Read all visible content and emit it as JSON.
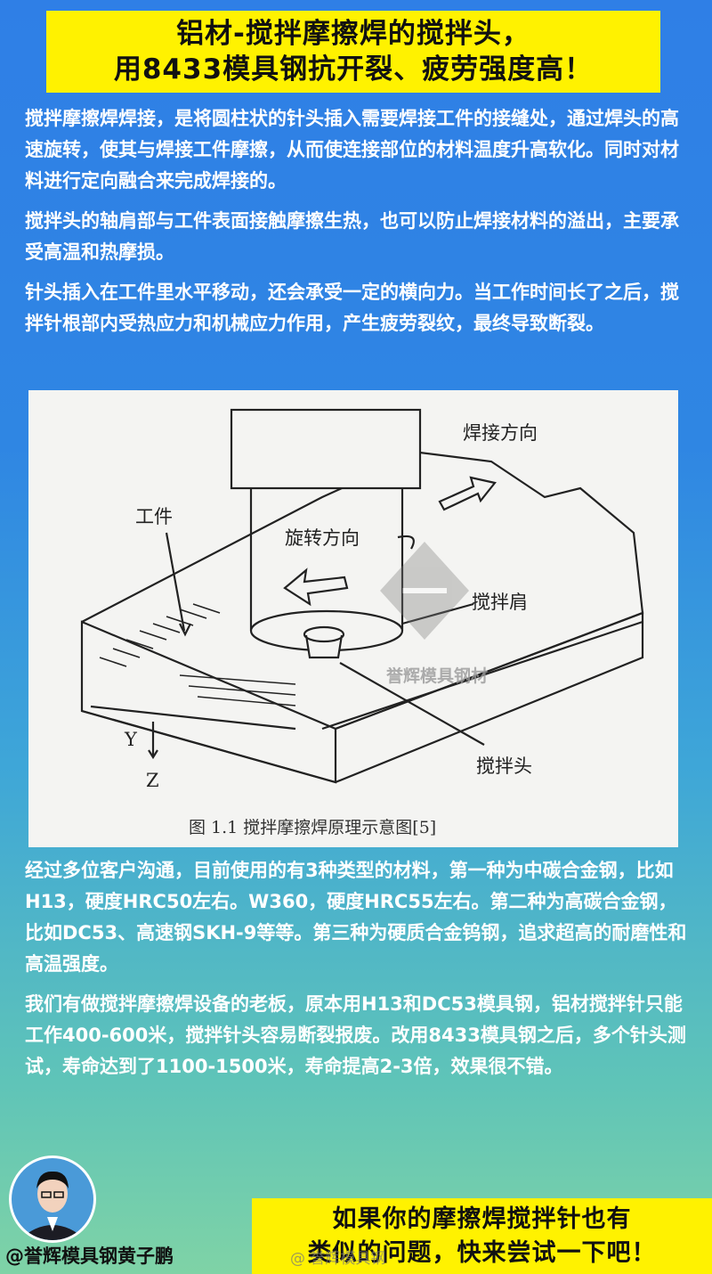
{
  "header": {
    "title_line1": "铝材-搅拌摩擦焊的搅拌头，",
    "title_line2": "用8433模具钢抗开裂、疲劳强度高！"
  },
  "intro": {
    "p1": "搅拌摩擦焊焊接，是将圆柱状的针头插入需要焊接工件的接缝处，通过焊头的高速旋转，使其与焊接工件摩擦，从而使连接部位的材料温度升高软化。同时对材料进行定向融合来完成焊接的。",
    "p2": "搅拌头的轴肩部与工件表面接触摩擦生热，也可以防止焊接材料的溢出，主要承受高温和热摩损。",
    "p3": "针头插入在工件里水平移动，还会承受一定的横向力。当工作时间长了之后，搅拌针根部内受热应力和机械应力作用，产生疲劳裂纹，最终导致断裂。"
  },
  "figure": {
    "label_direction": "焊接方向",
    "label_workpiece": "工件",
    "label_rotation": "旋转方向",
    "label_shoulder": "搅拌肩",
    "label_pin": "搅拌头",
    "label_y": "Y",
    "label_z": "Z",
    "caption": "图 1.1  搅拌摩擦焊原理示意图[5]",
    "watermark": "誉辉模具钢材"
  },
  "body": {
    "p4": "经过多位客户沟通，目前使用的有3种类型的材料，第一种为中碳合金钢，比如H13，硬度HRC50左右。W360，硬度HRC55左右。第二种为高碳合金钢，比如DC53、高速钢SKH-9等等。第三种为硬质合金钨钢，追求超高的耐磨性和高温强度。",
    "p5": "我们有做搅拌摩擦焊设备的老板，原本用H13和DC53模具钢，铝材搅拌针只能工作400-600米，搅拌针头容易断裂报废。改用8433模具钢之后，多个针头测试，寿命达到了1100-1500米，寿命提高2-3倍，效果很不错。"
  },
  "footer": {
    "author": "@誉辉模具钢黄子鹏",
    "cta_line1": "如果你的摩擦焊搅拌针也有",
    "cta_line2": "类似的问题，快来尝试一下吧！",
    "watermark": "@ 誉辉模具钢"
  },
  "colors": {
    "title_bg": "#fff200",
    "bg_top": "#2f7fe6",
    "bg_bottom": "#7fd3a6"
  }
}
